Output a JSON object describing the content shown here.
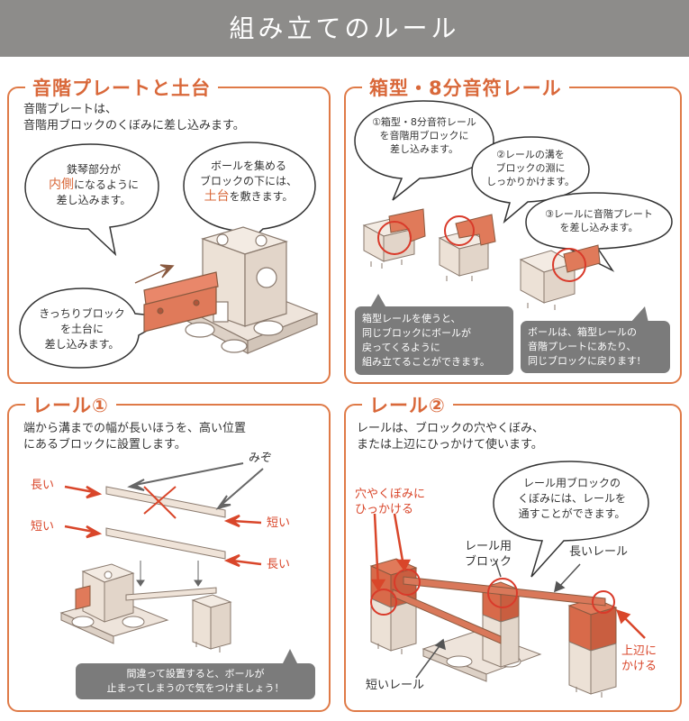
{
  "header": {
    "title": "組み立てのルール"
  },
  "panels": {
    "p1": {
      "title": "音階プレートと土台",
      "intro": [
        "音階プレートは、",
        "音階用ブロックのくぼみに差し込みます。"
      ],
      "bubble_left": {
        "l1": "鉄琴部分が",
        "l2_highlight": "内側",
        "l2_rest": "になるように",
        "l3": "差し込みます。"
      },
      "bubble_right": {
        "l1": "ボールを集める",
        "l2": "ブロックの下には、",
        "l3_highlight": "土台",
        "l3_rest": "を敷きます。"
      },
      "bubble_bottom": [
        "きっちりブロック",
        "を土台に",
        "差し込みます。"
      ]
    },
    "p2": {
      "title": "箱型・8分音符レール",
      "bubble1": [
        "①箱型・8分音符レール",
        "を音階用ブロックに",
        "差し込みます。"
      ],
      "bubble2": [
        "②レールの溝を",
        "ブロックの淵に",
        "しっかりかけます。"
      ],
      "bubble3": [
        "③レールに音階プレート",
        "を差し込みます。"
      ],
      "note_left": [
        "箱型レールを使うと、",
        "同じブロックにボールが",
        "戻ってくるように",
        "組み立てることができます。"
      ],
      "note_right": [
        "ボールは、箱型レールの",
        "音階プレートにあたり、",
        "同じブロックに戻ります!"
      ]
    },
    "p3": {
      "title": "レール①",
      "intro": [
        "端から溝までの幅が長いほうを、高い位置",
        "にあるブロックに設置します。"
      ],
      "label_mizo": "みぞ",
      "label_long1": "長い",
      "label_short1": "短い",
      "label_short2": "短い",
      "label_long2": "長い",
      "note": [
        "間違って設置すると、ボールが",
        "止まってしまうので気をつけましょう！"
      ]
    },
    "p4": {
      "title": "レール②",
      "intro": [
        "レールは、ブロックの穴やくぼみ、",
        "または上辺にひっかけて使います。"
      ],
      "bubble": [
        "レール用ブロックの",
        "くぼみには、レールを",
        "通すことができます。"
      ],
      "label_hole": [
        "穴やくぼみに",
        "ひっかける"
      ],
      "label_block": [
        "レール用",
        "ブロック"
      ],
      "label_long_rail": "長いレール",
      "label_top": [
        "上辺に",
        "かける"
      ],
      "label_short_rail": "短いレール"
    }
  },
  "colors": {
    "accent": "#df7a47",
    "title_orange": "#d9683a",
    "red": "#d9462a",
    "header_gray": "#8d8c8a",
    "note_gray": "#7b7b7b",
    "block_beige": "#efe3d8",
    "block_orange": "#e07a5a"
  }
}
